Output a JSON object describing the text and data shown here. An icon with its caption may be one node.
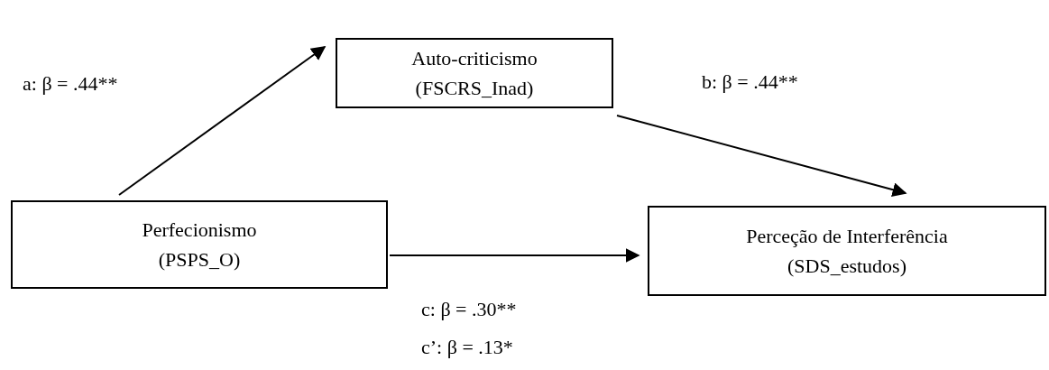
{
  "diagram": {
    "nodes": [
      {
        "text": [
          "Auto-criticismo (FSCRS_Inad)"
        ]
      },
      {
        "text": [
          "Perfecionismo (PSPS_O)"
        ]
      },
      {
        "text": [
          "Perceção de Interferência (SDS_estudos)"
        ]
      }
    ],
    "edges": [
      {
        "from": 1,
        "to": 0,
        "arrow": "to"
      },
      {
        "from": 0,
        "to": 2,
        "arrow": "to"
      },
      {
        "from": 1,
        "to": 2,
        "arrow": "to"
      }
    ],
    "labels": [
      "a: β = .44**",
      "b: β = .44**",
      "c: β = .30**",
      "c’: β = .13*"
    ]
  }
}
